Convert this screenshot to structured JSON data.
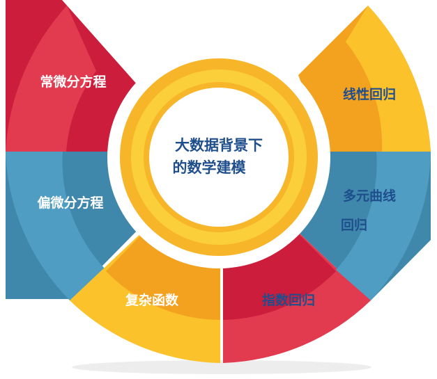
{
  "center": {
    "line1": "大数据背景下",
    "line2": "的数学建模",
    "text_color": "#1f4e8c"
  },
  "segments": [
    {
      "id": "ode",
      "label": "常微分方程",
      "color": "#e23a4f",
      "color_inner": "#cc1e3c",
      "text_color": "#ffffff"
    },
    {
      "id": "pde",
      "label": "偏微分方程",
      "color": "#4f9dc2",
      "color_inner": "#3f87ab",
      "text_color": "#ffffff"
    },
    {
      "id": "complex-func",
      "label": "复杂函数",
      "color": "#fbc22c",
      "color_inner": "#f3a21f",
      "text_color": "#ffffff"
    },
    {
      "id": "exp-regression",
      "label": "指数回归",
      "color": "#e23a4f",
      "color_inner": "#cc1e3c",
      "text_color": "#1f4e8c"
    },
    {
      "id": "multi-curve-regression",
      "label_line1": "多元曲线",
      "label_line2": "回归",
      "color": "#4f9dc2",
      "color_inner": "#3f87ab",
      "text_color": "#1f4e8c"
    },
    {
      "id": "linear-regression",
      "label": "线性回归",
      "color": "#fbc22c",
      "color_inner": "#f3a21f",
      "text_color": "#1f4e8c"
    }
  ],
  "ring_colors": {
    "outer": "#f7b52a",
    "inner": "#fbcf3a",
    "core": "#ffffff",
    "shadow": "#e6e6e6"
  }
}
